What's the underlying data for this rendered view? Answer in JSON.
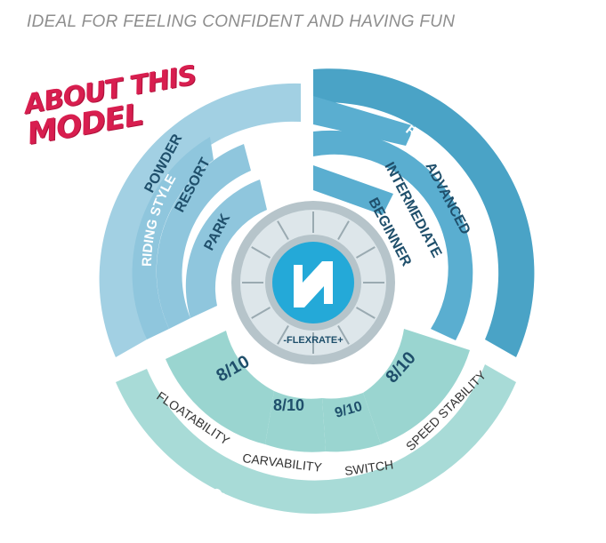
{
  "tagline": "IDEAL FOR FEELING CONFIDENT AND HAVING FUN",
  "about": {
    "line1": "ABOUT THIS",
    "line2": "MODEL"
  },
  "riding_style": {
    "title": "RIDING STYLE",
    "items": [
      {
        "label": "POWDER"
      },
      {
        "label": "RESORT"
      },
      {
        "label": "PARK"
      }
    ]
  },
  "riding_level": {
    "title": "RIDING LEVEL",
    "items": [
      {
        "label": "ADVANCED"
      },
      {
        "label": "INTERMEDIATE"
      },
      {
        "label": "BEGINNER"
      }
    ]
  },
  "characteristics": {
    "title": "CHARACTERISTICS RATING",
    "items": [
      {
        "label": "FLOATABILITY",
        "rating": "8/10"
      },
      {
        "label": "CARVABILITY",
        "rating": "8/10"
      },
      {
        "label": "SWITCH",
        "rating": "9/10"
      },
      {
        "label": "SPEED STABILITY",
        "rating": "8/10"
      }
    ]
  },
  "flexrate": {
    "label": "-FLEXRATE+",
    "segments_total": 12
  },
  "colors": {
    "style_dark": "#8ec7de",
    "style_light": "#a3d2e5",
    "level_dark": "#3e9cc0",
    "level_mid": "#5aafcf",
    "char_outer": "#a8dbd7",
    "char_inner": "#9ad6d1",
    "logo": "#24a9d8",
    "flex_ring": "#b6c4ca",
    "text_dark": "#1f4f6b"
  }
}
